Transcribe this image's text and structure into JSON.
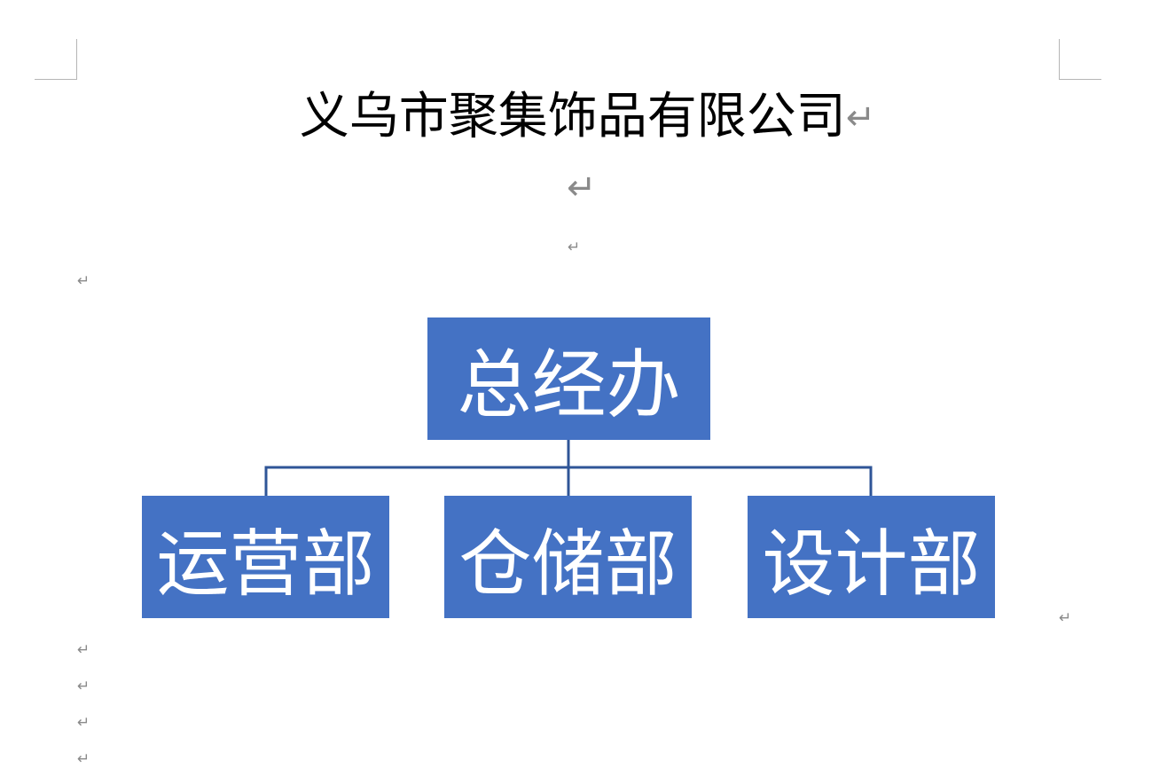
{
  "document": {
    "title": "义乌市聚集饰品有限公司",
    "paragraph_mark": "↵"
  },
  "org_chart": {
    "root": "总经办",
    "children": [
      "运营部",
      "仓储部",
      "设计部"
    ],
    "box_color": "#4472c4",
    "line_color": "#2f5597",
    "text_color": "#ffffff"
  }
}
